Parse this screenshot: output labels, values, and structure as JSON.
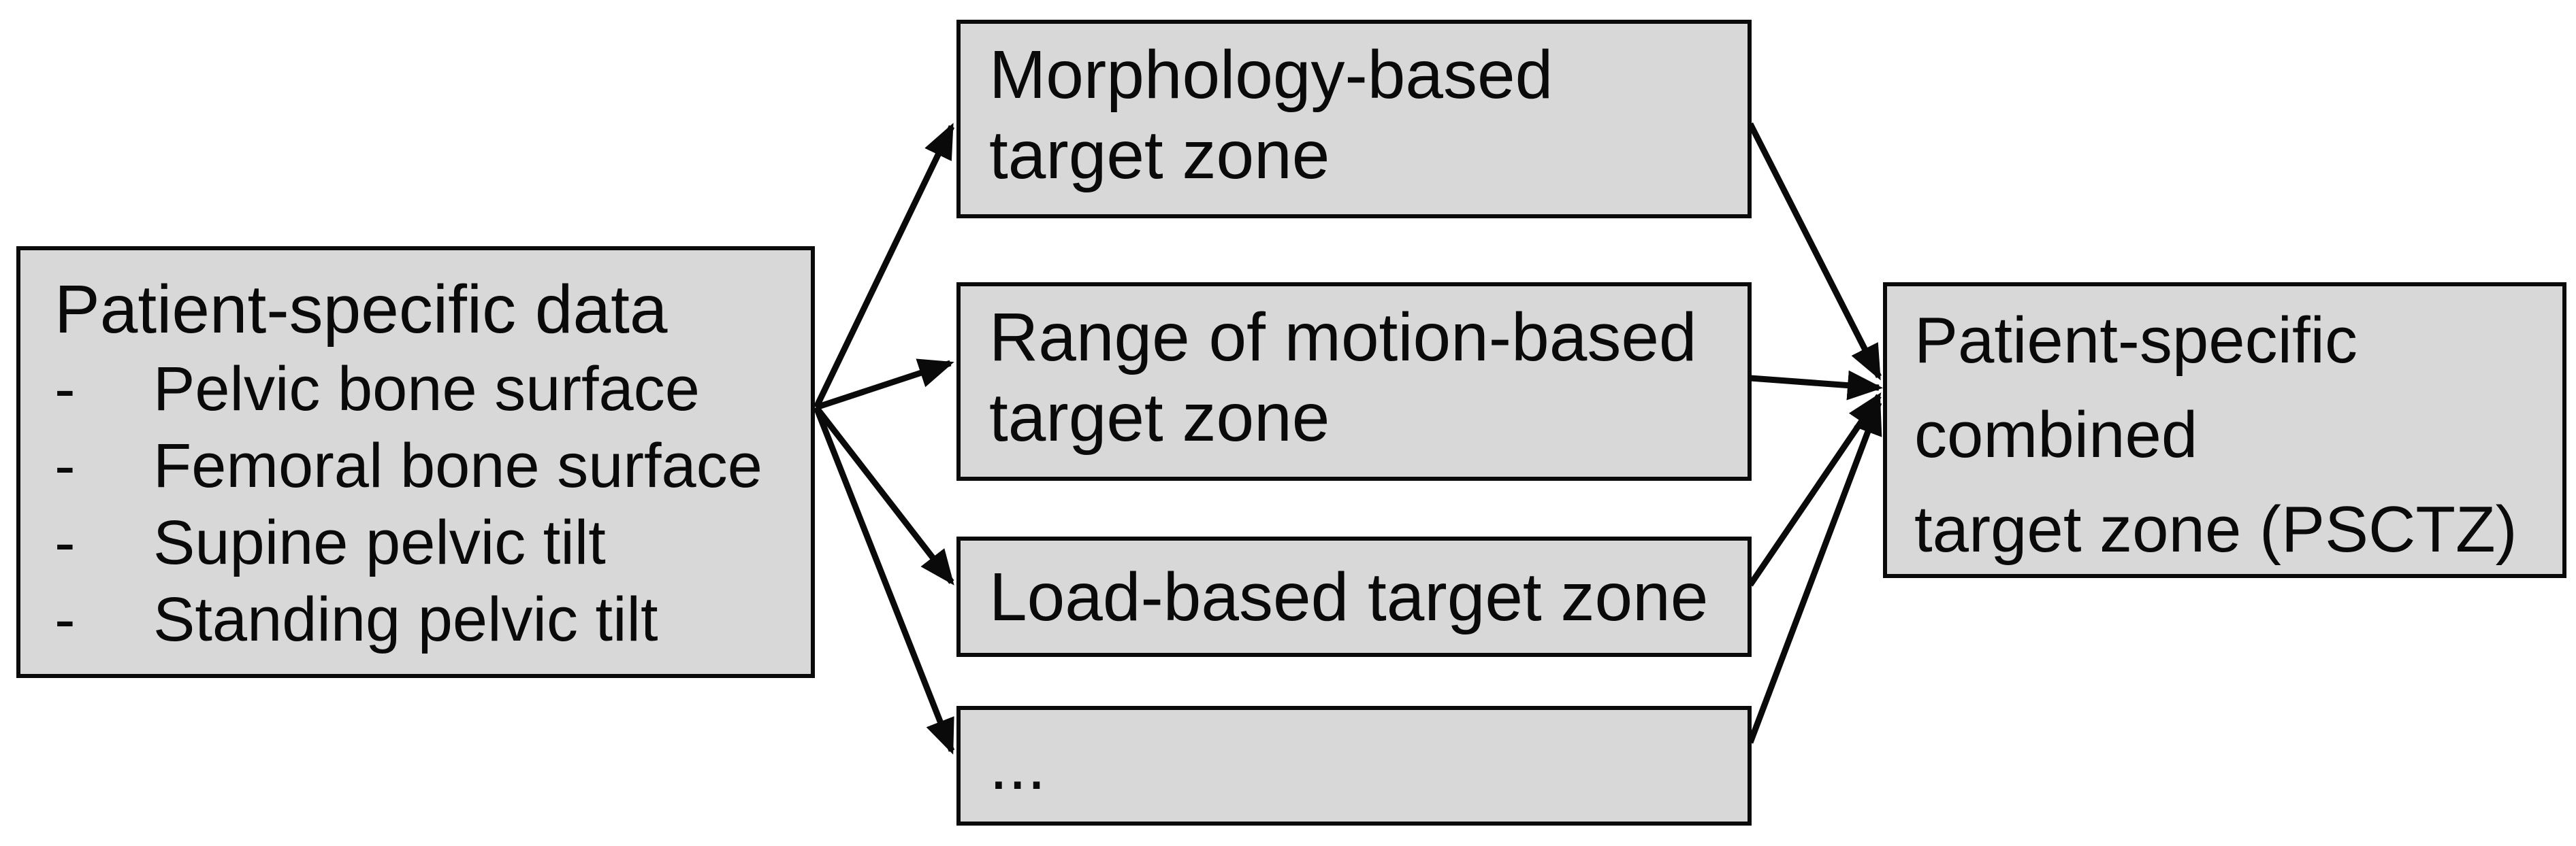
{
  "colors": {
    "box_fill": "#d8d8d8",
    "box_border": "#0a0a0a",
    "arrow": "#0a0a0a",
    "background": "#ffffff",
    "text": "#0a0a0a"
  },
  "source_box": {
    "title": "Patient-specific data",
    "bullet_char": "-",
    "items": [
      "Pelvic bone surface",
      "Femoral bone surface",
      "Supine pelvic tilt",
      "Standing pelvic tilt"
    ]
  },
  "middle_boxes": [
    {
      "id": "morphology",
      "lines": [
        "Morphology-based",
        "target zone"
      ]
    },
    {
      "id": "range-of-motion",
      "lines": [
        "Range of motion-based",
        "target zone"
      ]
    },
    {
      "id": "load",
      "lines": [
        "Load-based target zone"
      ]
    },
    {
      "id": "ellipsis",
      "lines": [
        "..."
      ]
    }
  ],
  "result_box": {
    "lines": [
      "Patient-specific",
      "combined",
      "target zone (PSCTZ)"
    ]
  }
}
